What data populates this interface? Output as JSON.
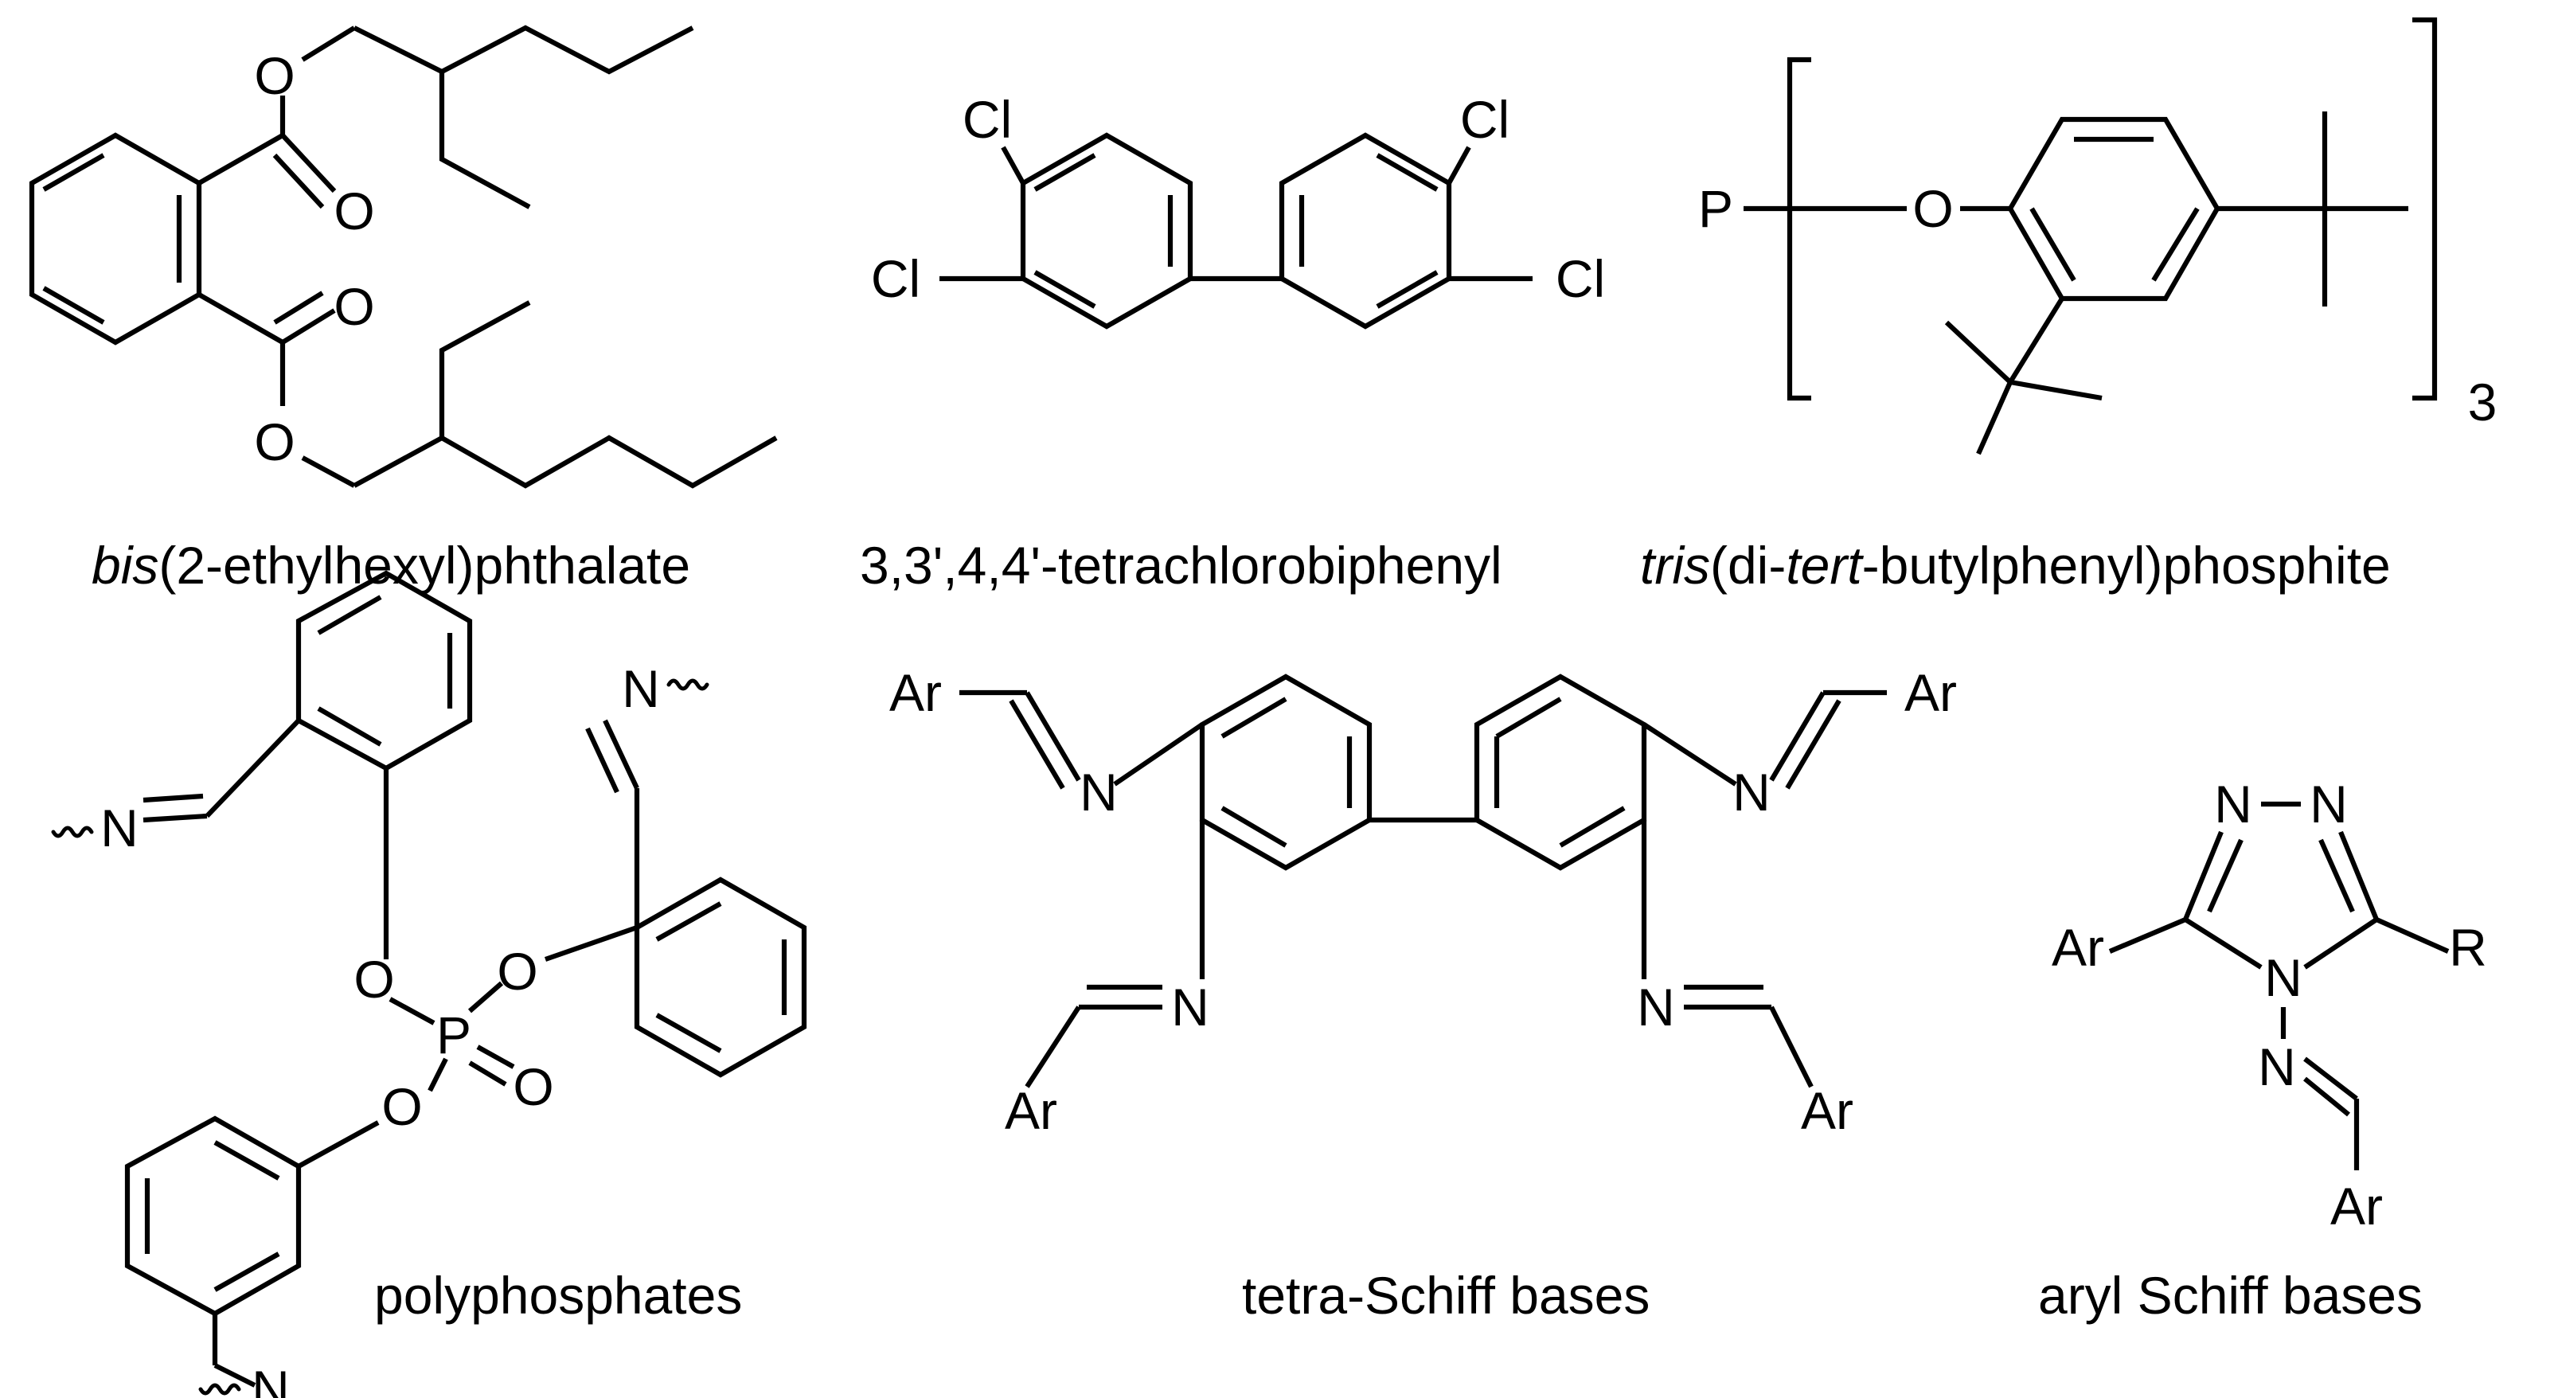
{
  "compounds": [
    {
      "caption_parts": [
        {
          "text": "bis",
          "italic": true
        },
        {
          "text": "(2-ethylhexyl)phthalate",
          "italic": false
        }
      ]
    },
    {
      "caption_parts": [
        {
          "text": "3,3',4,4'-tetrachlorobiphenyl",
          "italic": false
        }
      ]
    },
    {
      "caption_parts": [
        {
          "text": "tris",
          "italic": true
        },
        {
          "text": "(di-",
          "italic": false
        },
        {
          "text": "tert",
          "italic": true
        },
        {
          "text": "-butylphenyl)phosphite",
          "italic": false
        }
      ]
    },
    {
      "caption_parts": [
        {
          "text": "polyphosphates",
          "italic": false
        }
      ]
    },
    {
      "caption_parts": [
        {
          "text": "tetra-Schiff bases",
          "italic": false
        }
      ]
    },
    {
      "caption_parts": [
        {
          "text": "aryl Schiff bases",
          "italic": false
        }
      ]
    }
  ],
  "atoms": {
    "oxygen": "O",
    "chlorine": "Cl",
    "phosphorus": "P",
    "nitrogen": "N",
    "aryl": "Ar",
    "r_group": "R",
    "repeat_count": "3"
  }
}
